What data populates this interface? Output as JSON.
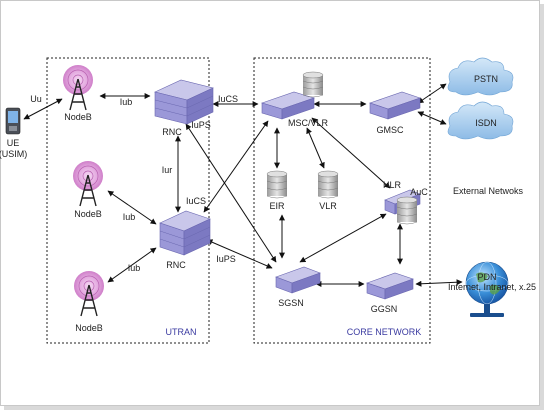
{
  "regions": {
    "utran": "UTRAN",
    "core": "CORE NETWORK",
    "external": "External Netwoks"
  },
  "nodes": {
    "ue": [
      "UE",
      "(USIM)"
    ],
    "nodeb_top": "NodeB",
    "nodeb_mid": "NodeB",
    "nodeb_bot": "NodeB",
    "rnc_top": "RNC",
    "rnc_bot": "RNC",
    "msc_vlr": "MSC/VLR",
    "gmsc": "GMSC",
    "eir": "EIR",
    "vlr": "VLR",
    "hlr": "HLR",
    "auc": "AuC",
    "sgsn": "SGSN",
    "ggsn": "GGSN",
    "pstn": "PSTN",
    "isdn": "ISDN",
    "pdn": [
      "PDN",
      "Internet, Intranet, x.25"
    ]
  },
  "interfaces": {
    "uu": "Uu",
    "iub_top": "Iub",
    "iub_mid": "Iub",
    "iub_bot": "Iub",
    "iur": "Iur",
    "iucs_top": "IuCS",
    "iups_top": "IuPS",
    "iucs_bot": "IuCS",
    "iups_bot": "IuPS"
  },
  "colors": {
    "box_top": "#c9c7ea",
    "box_front": "#9b98d8",
    "box_side": "#7c79c2",
    "tower_glow": "#d68fd1",
    "db": "#b9b9b9",
    "cloud": "#a9cdee"
  }
}
